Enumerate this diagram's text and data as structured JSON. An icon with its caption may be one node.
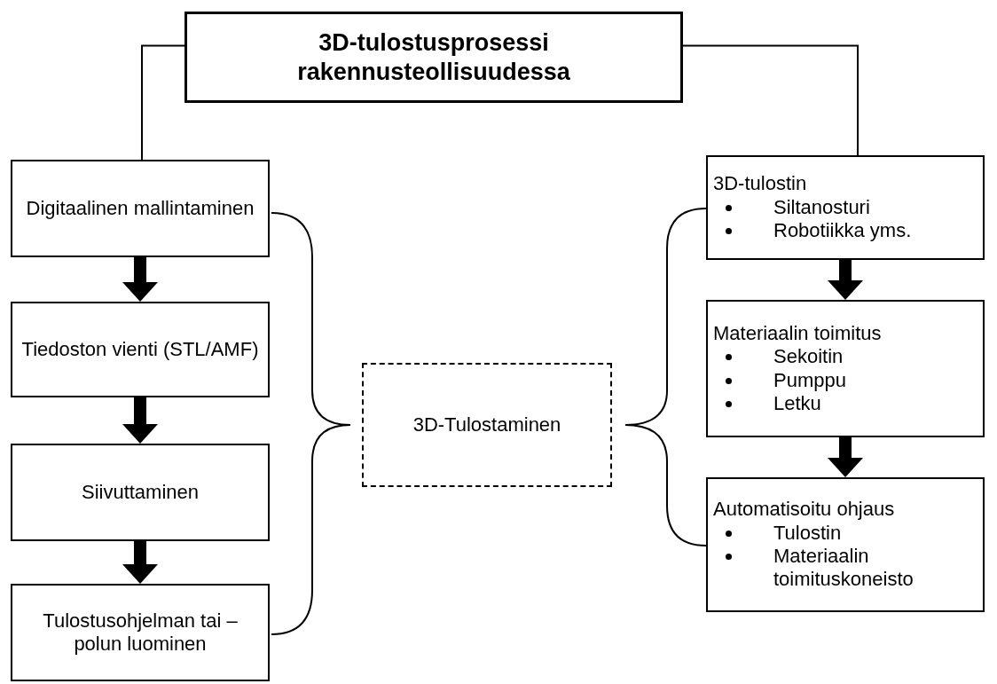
{
  "diagram": {
    "nodes": [
      {
        "text": [
          "3D-tulostusprosessi rakennusteollisuudessa"
        ]
      },
      {
        "text": [
          "Digitaalinen mallintaminen"
        ]
      },
      {
        "text": [
          "Tiedoston vienti (STL/AMF)"
        ]
      },
      {
        "text": [
          "Siivuttaminen"
        ]
      },
      {
        "text": [
          "Tulostusohjelman tai –polun luominen"
        ]
      },
      {
        "text": [
          "3D-Tulostaminen"
        ]
      },
      {
        "text": [
          "3D-tulostin",
          "Siltanosturi",
          "Robotiikka yms."
        ]
      },
      {
        "text": [
          "Materiaalin toimitus",
          "Sekoitin",
          "Pumppu",
          "Letku"
        ]
      },
      {
        "text": [
          "Automatisoitu ohjaus",
          "Tulostin",
          "Materiaalin toimituskoneisto"
        ]
      }
    ],
    "edges": [
      {
        "from": 0,
        "to": 1,
        "arrow": "none"
      },
      {
        "from": 0,
        "to": 6,
        "arrow": "none"
      },
      {
        "from": 1,
        "to": 2,
        "arrow": "to"
      },
      {
        "from": 2,
        "to": 3,
        "arrow": "to"
      },
      {
        "from": 3,
        "to": 4,
        "arrow": "to"
      },
      {
        "from": 6,
        "to": 7,
        "arrow": "to"
      },
      {
        "from": 7,
        "to": 8,
        "arrow": "to"
      }
    ]
  }
}
